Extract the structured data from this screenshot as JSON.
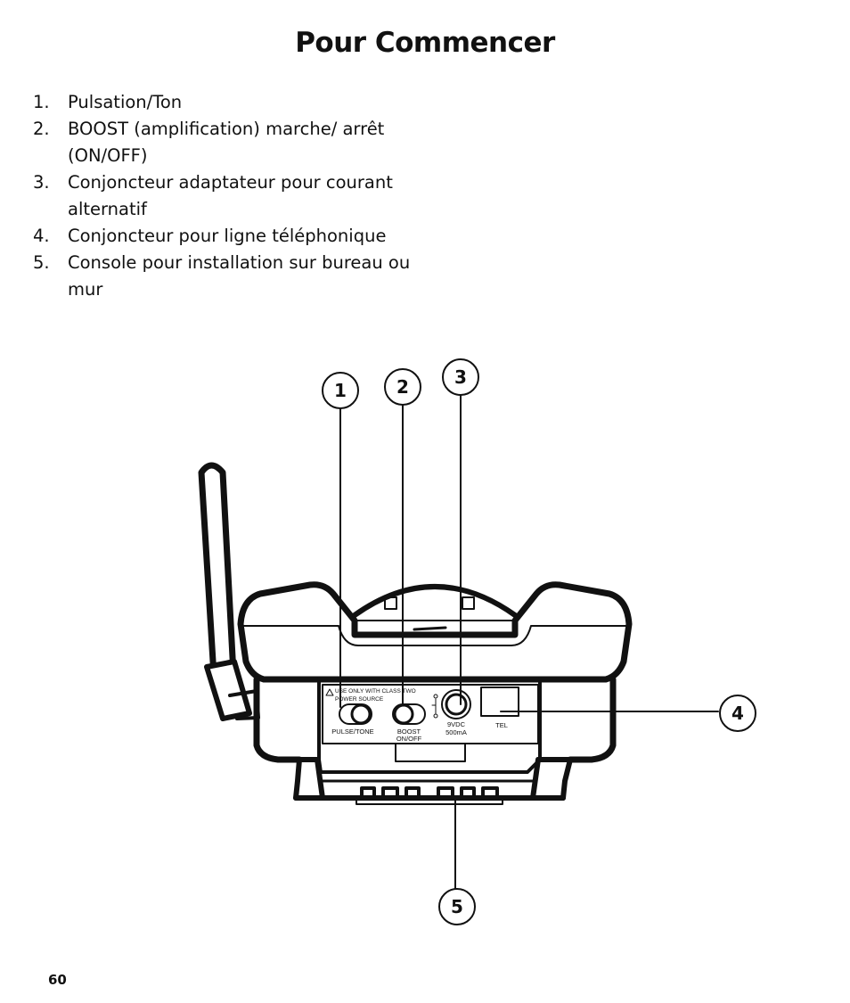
{
  "title": "Pour Commencer",
  "items": [
    {
      "num": "1.",
      "text": "Pulsation/Ton"
    },
    {
      "num": "2.",
      "text": "BOOST (amplification) marche/ arrêt (ON/OFF)"
    },
    {
      "num": "3.",
      "text": "Conjoncteur adaptateur pour courant alternatif"
    },
    {
      "num": "4.",
      "text": "Conjoncteur pour ligne téléphonique"
    },
    {
      "num": "5.",
      "text": "Console pour installation sur bureau ou mur"
    }
  ],
  "callouts": [
    "1",
    "2",
    "3",
    "4",
    "5"
  ],
  "device_labels": {
    "warning_line1": "USE ONLY WITH CLASS TWO",
    "warning_line2": "POWER SOURCE",
    "pulse_tone": "PULSE/TONE",
    "boost_line1": "BOOST",
    "boost_line2": "ON/OFF",
    "power_line1": "9VDC",
    "power_line2": "500mA",
    "tel": "TEL"
  },
  "page_number": "60"
}
